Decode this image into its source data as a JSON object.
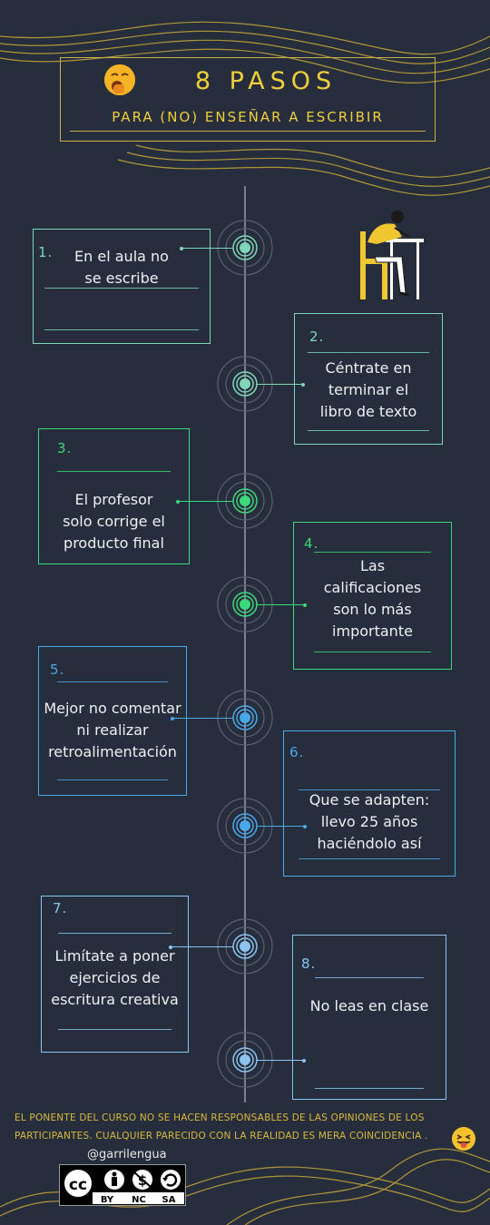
{
  "title": {
    "main": "8 PASOS",
    "sub": "PARA (NO) ENSEÑAR A ESCRIBIR"
  },
  "steps": [
    {
      "num": "1.",
      "lines": [
        "En el aula no",
        "se escribe"
      ],
      "color": "#7fd6b8"
    },
    {
      "num": "2.",
      "lines": [
        "Céntrate en",
        "terminar el",
        "libro de texto"
      ],
      "color": "#7fd6b8"
    },
    {
      "num": "3.",
      "lines": [
        "El profesor",
        "solo corrige el",
        "producto final"
      ],
      "color": "#3bd97a"
    },
    {
      "num": "4.",
      "lines": [
        "Las",
        "calificaciones",
        "son lo más",
        "importante"
      ],
      "color": "#3bd97a"
    },
    {
      "num": "5.",
      "lines": [
        "Mejor no comentar",
        "ni realizar",
        "retroalimentación"
      ],
      "color": "#4aa8e8"
    },
    {
      "num": "6.",
      "lines": [
        "Que se adapten:",
        "llevo 25 años",
        "haciéndolo así"
      ],
      "color": "#4aa8e8"
    },
    {
      "num": "7.",
      "lines": [
        "Limítate a poner",
        "ejercicios de",
        "escritura creativa"
      ],
      "color": "#8cc4ef"
    },
    {
      "num": "8.",
      "lines": [
        "No leas en clase"
      ],
      "color": "#8cc4ef"
    }
  ],
  "disclaimer": {
    "line1": "EL PONENTE DEL CURSO NO SE HACEN RESPONSABLES DE LAS OPINIONES DE LOS",
    "line2": "PARTICIPANTES. CUALQUIER PARECIDO CON LA REALIDAD ES MERA COINCIDENCIA ."
  },
  "handle": "@garrilengua",
  "license": {
    "cc": "cc",
    "labels": [
      "BY",
      "NC",
      "SA"
    ]
  },
  "colors": {
    "background": "#262d3c",
    "accent": "#f0cf3a"
  }
}
